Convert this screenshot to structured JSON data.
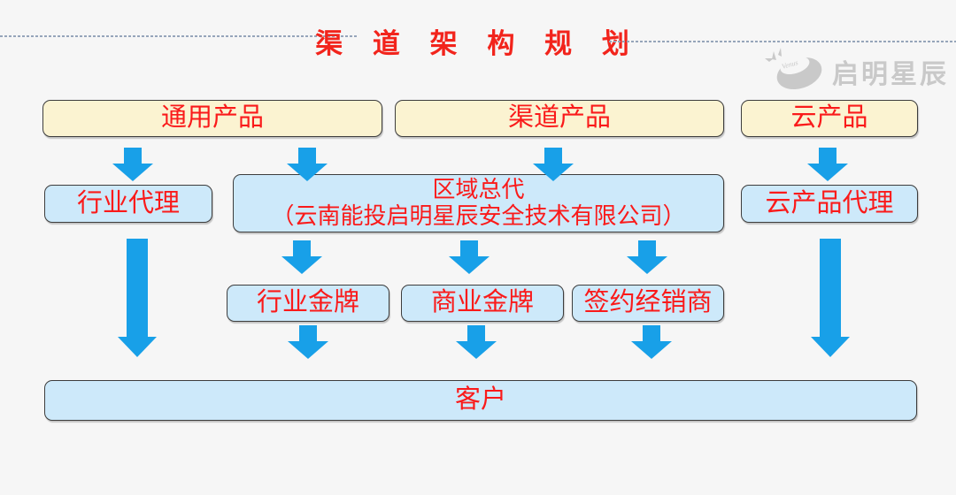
{
  "header": {
    "title": "渠 道 架 构 规 划"
  },
  "watermark": {
    "brand": "启明星辰",
    "icon": "venus-swoosh-icon"
  },
  "colors": {
    "background": "#f6f6f6",
    "product_box_fill": "#fbf3d1",
    "channel_box_fill": "#cde9fa",
    "box_border": "#3d3d3d",
    "text_red": "#fa1a1a",
    "arrow_blue": "#18a0e8",
    "divider_gray_blue": "#96a5ba",
    "watermark_gray": "#c9c9c9"
  },
  "nodes": {
    "general_products": "通用产品",
    "channel_products": "渠道产品",
    "cloud_products": "云产品",
    "industry_agent": "行业代理",
    "regional_distributor_title": "区域总代",
    "regional_distributor_subtitle": "（云南能投启明星辰安全技术有限公司）",
    "cloud_product_agent": "云产品代理",
    "industry_gold": "行业金牌",
    "commercial_gold": "商业金牌",
    "contracted_dealer": "签约经销商",
    "customer": "客户"
  }
}
